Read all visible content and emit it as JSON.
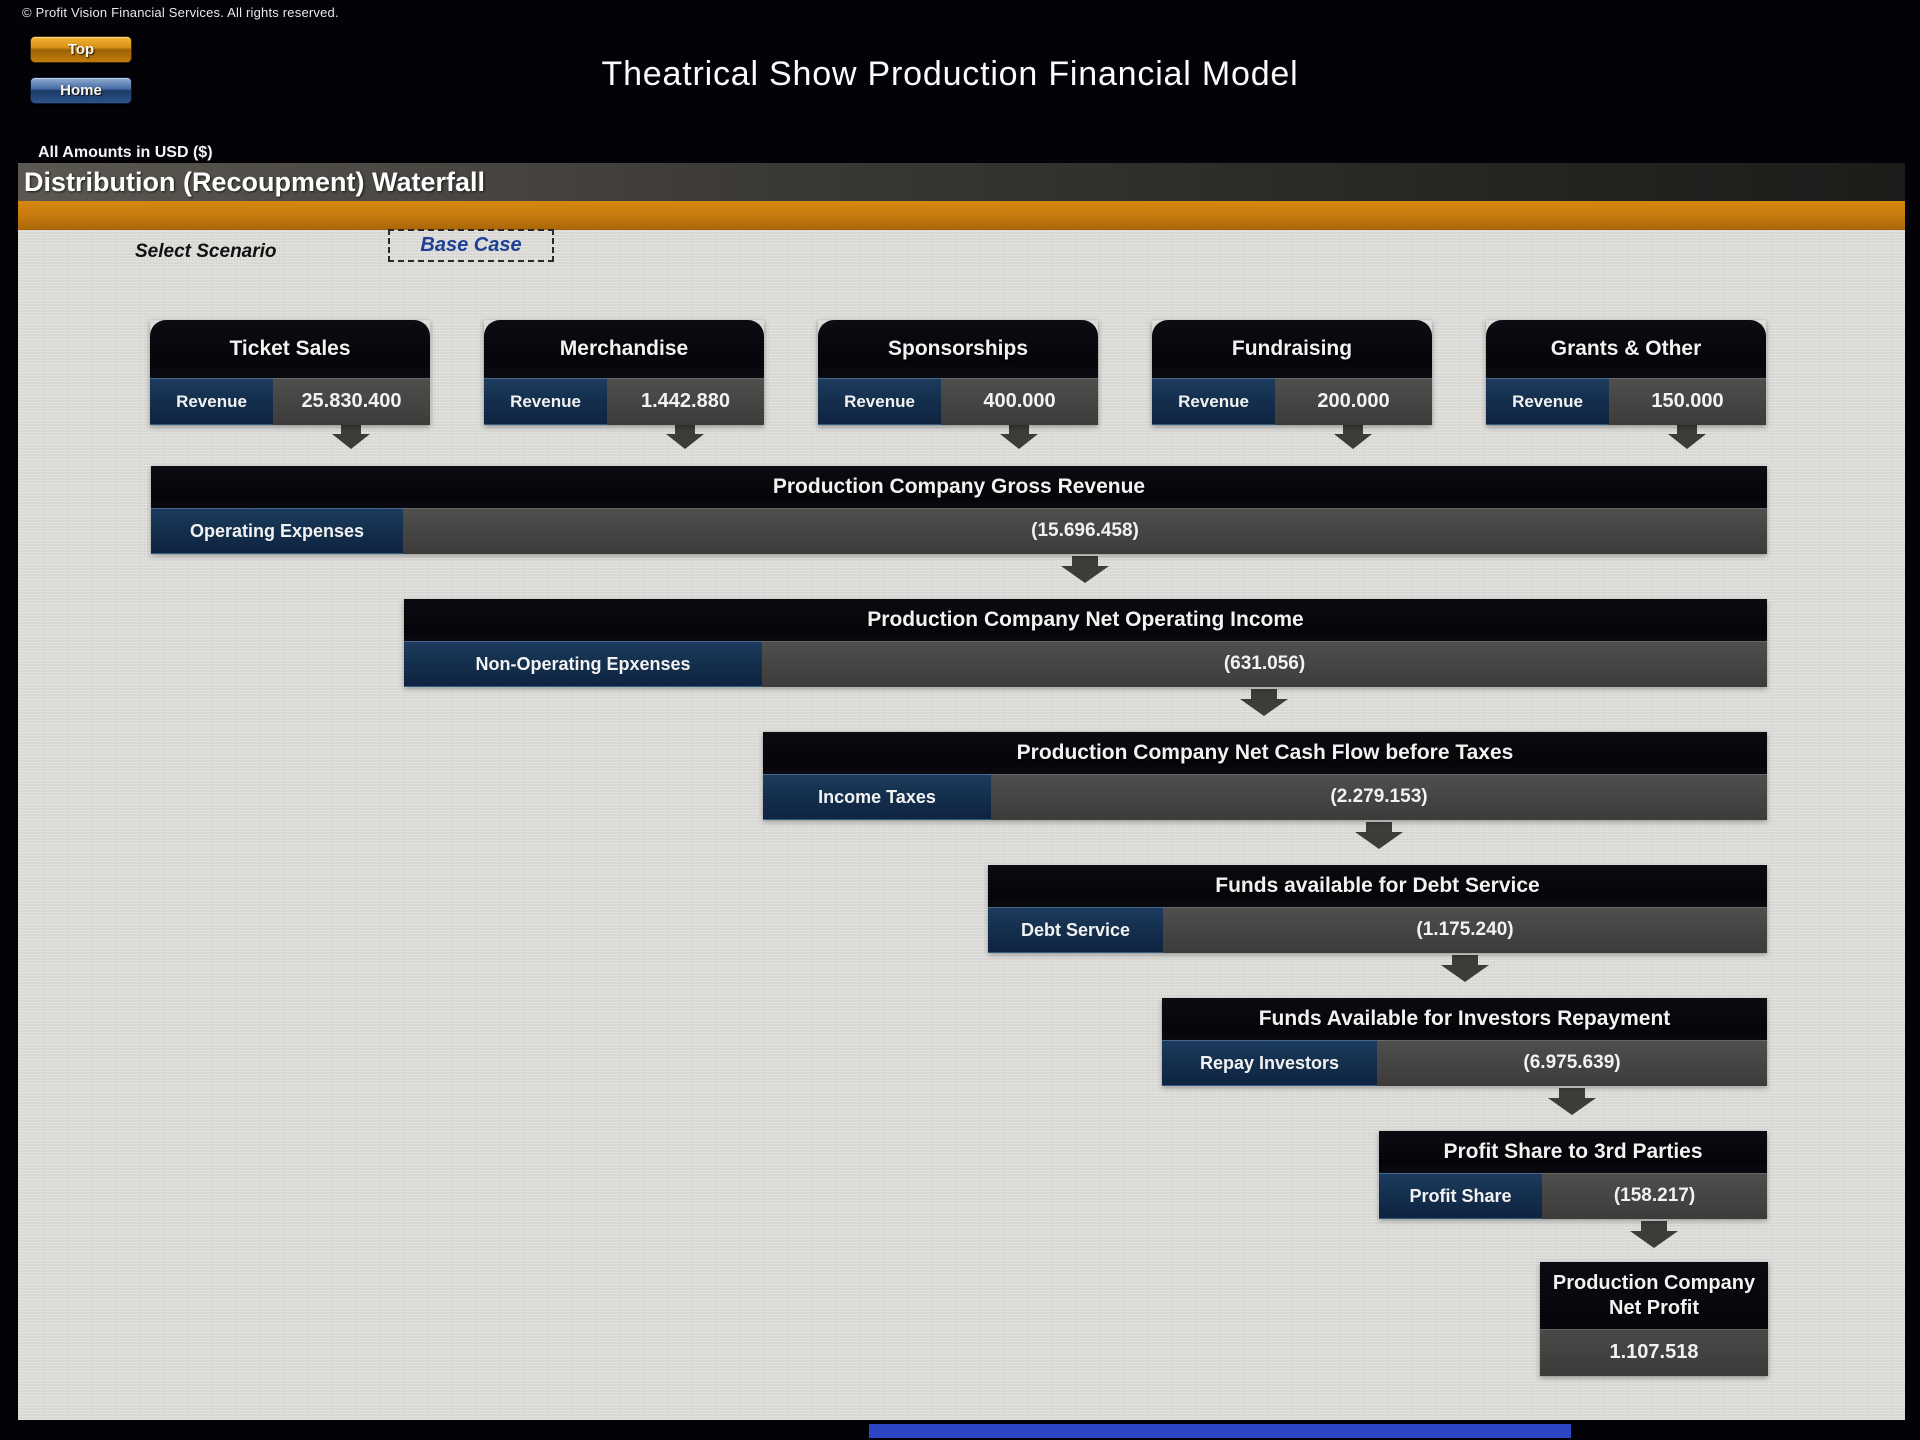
{
  "header": {
    "copyright": "© Profit Vision Financial Services. All rights reserved.",
    "top_button": "Top",
    "home_button": "Home",
    "title": "Theatrical Show Production Financial Model",
    "amounts_note": "All Amounts in  USD ($)",
    "section_title": "Distribution (Recoupment) Waterfall"
  },
  "scenario": {
    "label": "Select Scenario",
    "selected": "Base Case"
  },
  "sources": [
    {
      "title": "Ticket Sales",
      "label": "Revenue",
      "value": "25.830.400"
    },
    {
      "title": "Merchandise",
      "label": "Revenue",
      "value": "1.442.880"
    },
    {
      "title": "Sponsorships",
      "label": "Revenue",
      "value": "400.000"
    },
    {
      "title": "Fundraising",
      "label": "Revenue",
      "value": "200.000"
    },
    {
      "title": "Grants & Other",
      "label": "Revenue",
      "value": "150.000"
    }
  ],
  "waterfall": [
    {
      "title": "Production Company Gross  Revenue",
      "label": "Operating Expenses",
      "value": "(15.696.458)"
    },
    {
      "title": "Production Company Net Operating Income",
      "label": "Non-Operating Epxenses",
      "value": "(631.056)"
    },
    {
      "title": "Production Company Net Cash Flow before Taxes",
      "label": "Income Taxes",
      "value": "(2.279.153)"
    },
    {
      "title": "Funds available for Debt Service",
      "label": "Debt Service",
      "value": "(1.175.240)"
    },
    {
      "title": "Funds Available for Investors Repayment",
      "label": "Repay Investors",
      "value": "(6.975.639)"
    },
    {
      "title": "Profit Share to 3rd Parties",
      "label": "Profit Share",
      "value": "(158.217)"
    }
  ],
  "result": {
    "title": "Production Company Net Profit",
    "value": "1.107.518"
  },
  "colors": {
    "accent_orange": "#c57a0e",
    "navy_cell": "#16314f",
    "value_cell_gray": "#454442",
    "box_black": "#07070c",
    "content_bg": "#dbdad7",
    "scenario_text_blue": "#1d3f96",
    "bottom_strip_blue": "#2b46c4",
    "arrow_gray": "#3d3c39"
  }
}
